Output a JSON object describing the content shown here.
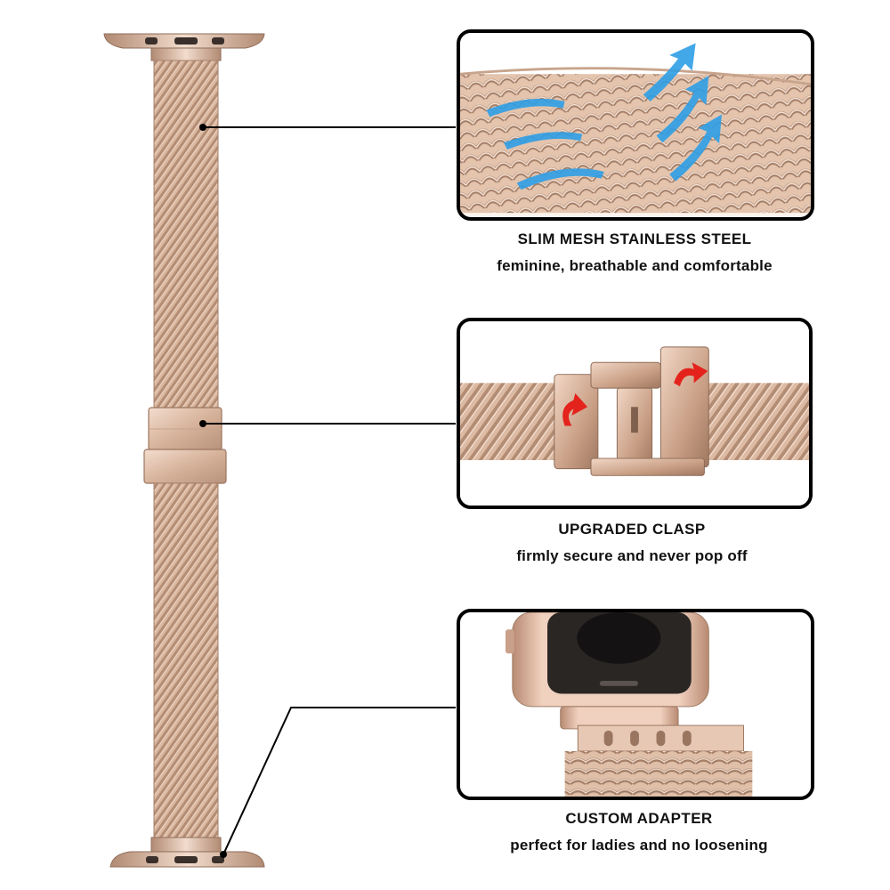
{
  "features": [
    {
      "title": "SLIM MESH STAINLESS STEEL",
      "subtitle": "feminine, breathable and comfortable"
    },
    {
      "title": "UPGRADED CLASP",
      "subtitle": "firmly secure and never pop off"
    },
    {
      "title": "CUSTOM ADAPTER",
      "subtitle": "perfect for ladies and no loosening"
    }
  ],
  "colors": {
    "rose_gold": "#d9b49c",
    "rose_gold_dark": "#a9826a",
    "rose_gold_light": "#f3dccd",
    "airflow_blue": "#2f9fe6",
    "arrow_red": "#e3231c",
    "outline": "#000000"
  }
}
